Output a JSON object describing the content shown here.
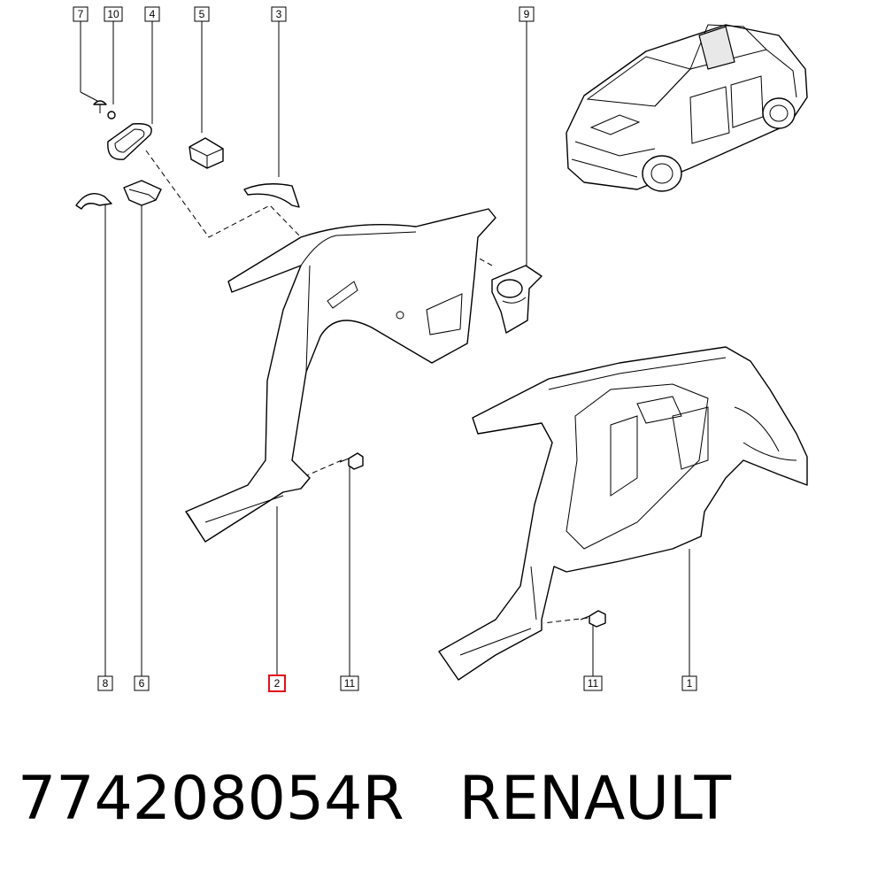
{
  "callouts": [
    {
      "label": "7"
    },
    {
      "label": "10"
    },
    {
      "label": "4"
    },
    {
      "label": "5"
    },
    {
      "label": "3"
    },
    {
      "label": "9"
    },
    {
      "label": "8"
    },
    {
      "label": "6"
    },
    {
      "label": "2"
    },
    {
      "label": "11"
    },
    {
      "label": "11"
    },
    {
      "label": "1"
    }
  ],
  "highlight_color": "#e0101a",
  "caption": {
    "part_number": "774208054R",
    "brand": "RENAULT"
  }
}
